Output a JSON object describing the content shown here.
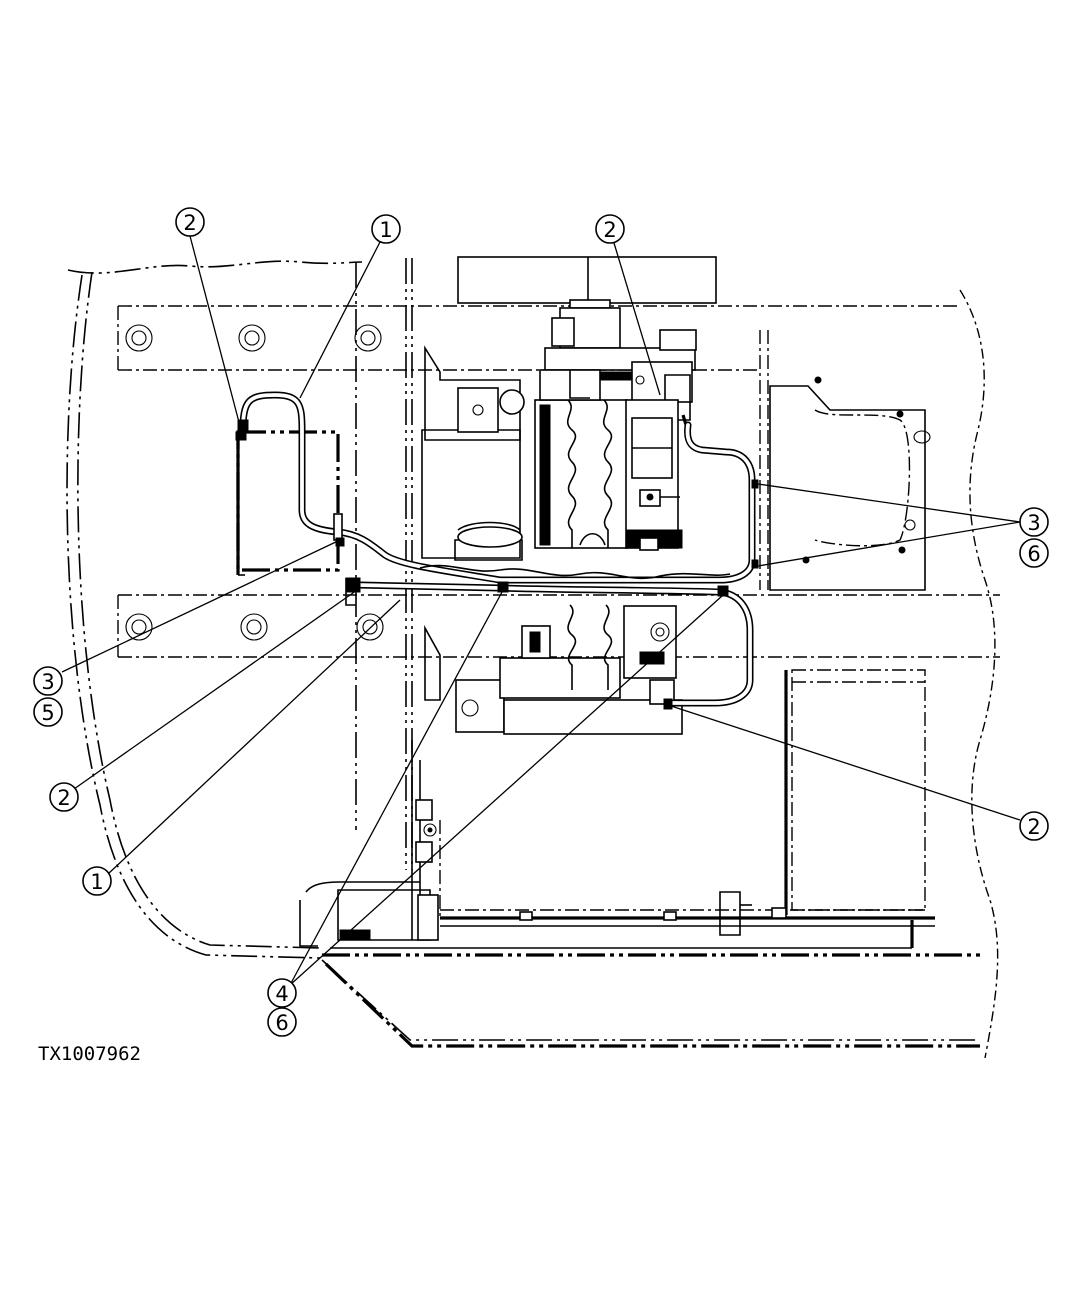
{
  "figure": {
    "id": "TX1007962"
  },
  "callouts": [
    {
      "key": "c2-left-top",
      "label": "2"
    },
    {
      "key": "c1-left-top",
      "label": "1"
    },
    {
      "key": "c2-center-top",
      "label": "2"
    },
    {
      "key": "c3-right",
      "label": "3"
    },
    {
      "key": "c6-right",
      "label": "6"
    },
    {
      "key": "c3-left",
      "label": "3"
    },
    {
      "key": "c5-left",
      "label": "5"
    },
    {
      "key": "c2-left-mid",
      "label": "2"
    },
    {
      "key": "c1-left-bottom",
      "label": "1"
    },
    {
      "key": "c2-right-bottom",
      "label": "2"
    },
    {
      "key": "c4-bottom",
      "label": "4"
    },
    {
      "key": "c6-bottom",
      "label": "6"
    }
  ]
}
